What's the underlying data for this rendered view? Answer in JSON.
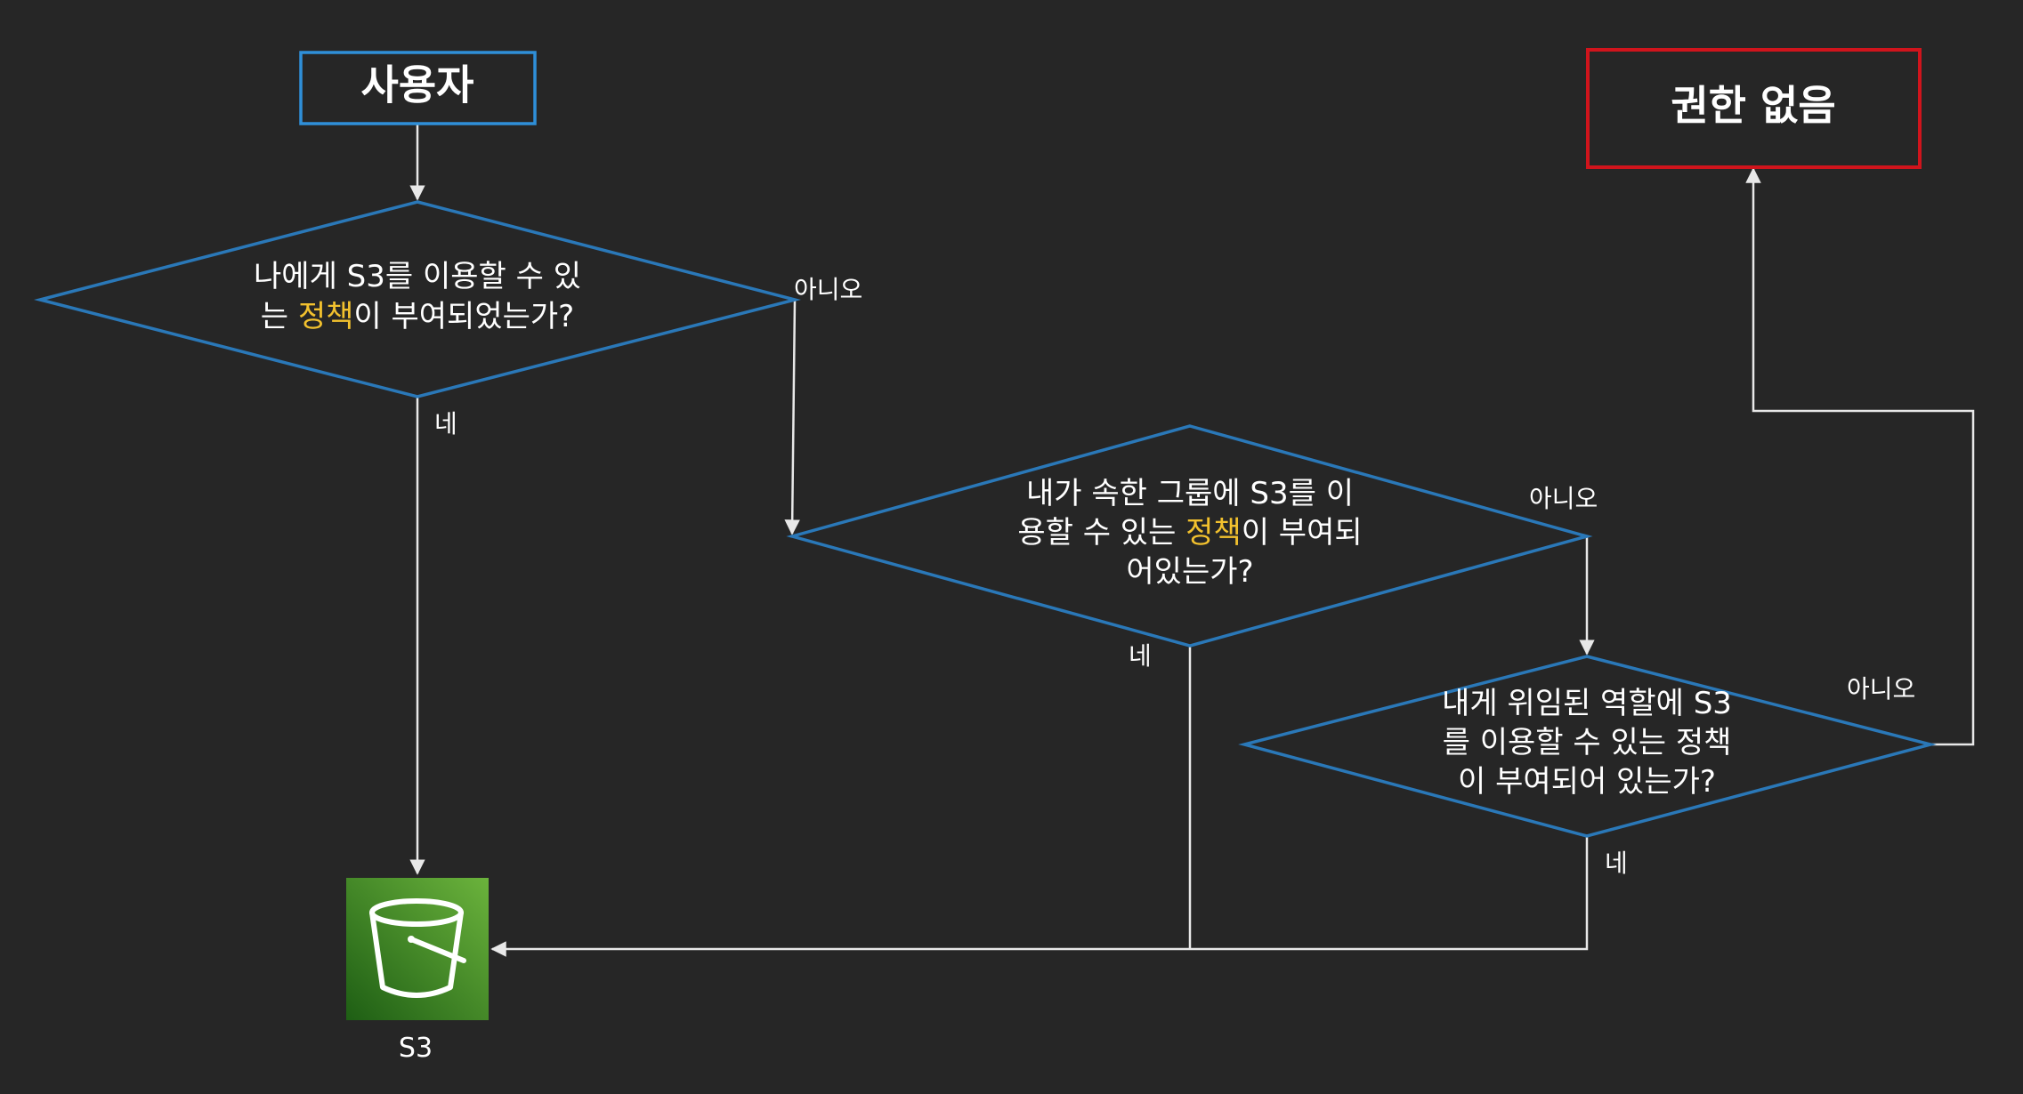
{
  "nodes": {
    "user": {
      "label": "사용자"
    },
    "denied": {
      "label": "권한 없음"
    },
    "q1": {
      "line1": "나에게 S3를 이용할 수 있",
      "line2_before": "는 ",
      "line2_highlight": "정책",
      "line2_after": "이 부여되었는가?"
    },
    "q2": {
      "line1": "내가 속한 그룹에 S3를 이",
      "line2_before": "용할 수 있는 ",
      "line2_highlight": "정책",
      "line2_after": "이 부여되",
      "line3": "어있는가?"
    },
    "q3": {
      "line1": "내게 위임된 역할에 S3",
      "line2": "를 이용할 수 있는 정책",
      "line3": "이 부여되어 있는가?"
    },
    "s3": {
      "label": "S3",
      "icon": "s3-bucket-icon"
    }
  },
  "edges": {
    "q1_no": "아니오",
    "q1_yes": "네",
    "q2_no": "아니오",
    "q2_yes": "네",
    "q3_no": "아니오",
    "q3_yes": "네"
  },
  "colors": {
    "background": "#262626",
    "user_border": "#2f8fd8",
    "denied_border": "#d0141c",
    "diamond_border": "#2a78b8",
    "highlight_text": "#f2c12e",
    "s3_green": "#3f8f24"
  }
}
